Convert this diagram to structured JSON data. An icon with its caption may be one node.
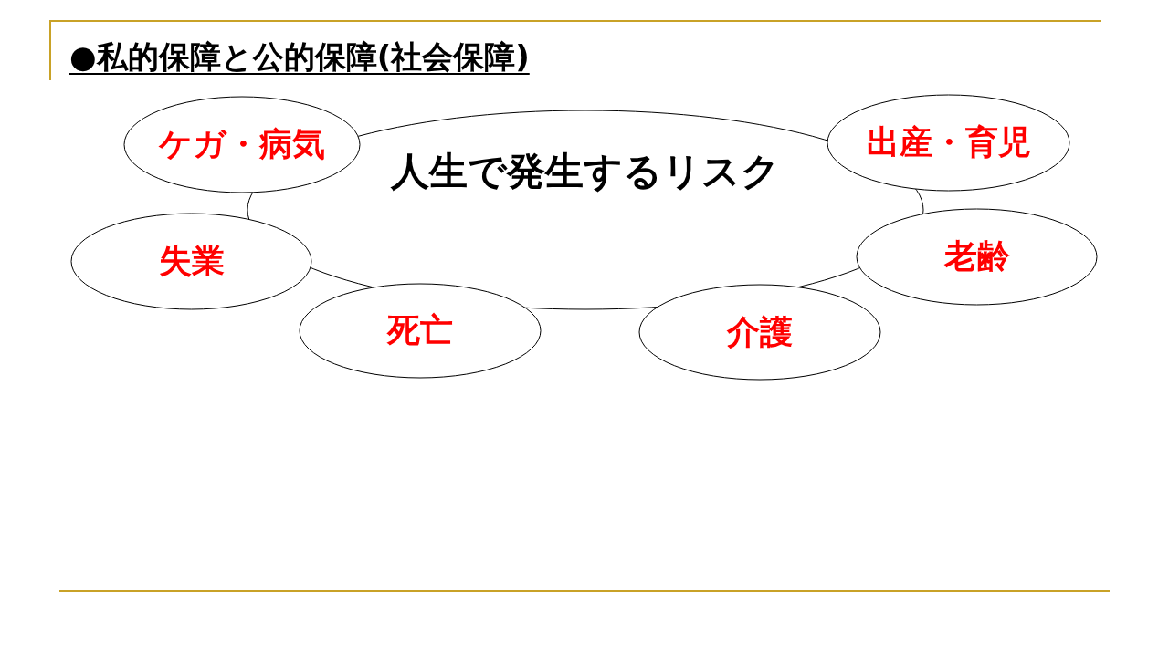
{
  "diagram": {
    "title": "●私的保障と公的保障(社会保障)",
    "nodes": [
      {
        "text": [
          "人生で発生するリスク"
        ]
      },
      {
        "text": [
          "ケガ・病気"
        ]
      },
      {
        "text": [
          "出産・育児"
        ]
      },
      {
        "text": [
          "失業"
        ]
      },
      {
        "text": [
          "老齢"
        ]
      },
      {
        "text": [
          "死亡"
        ]
      },
      {
        "text": [
          "介護"
        ]
      }
    ]
  }
}
